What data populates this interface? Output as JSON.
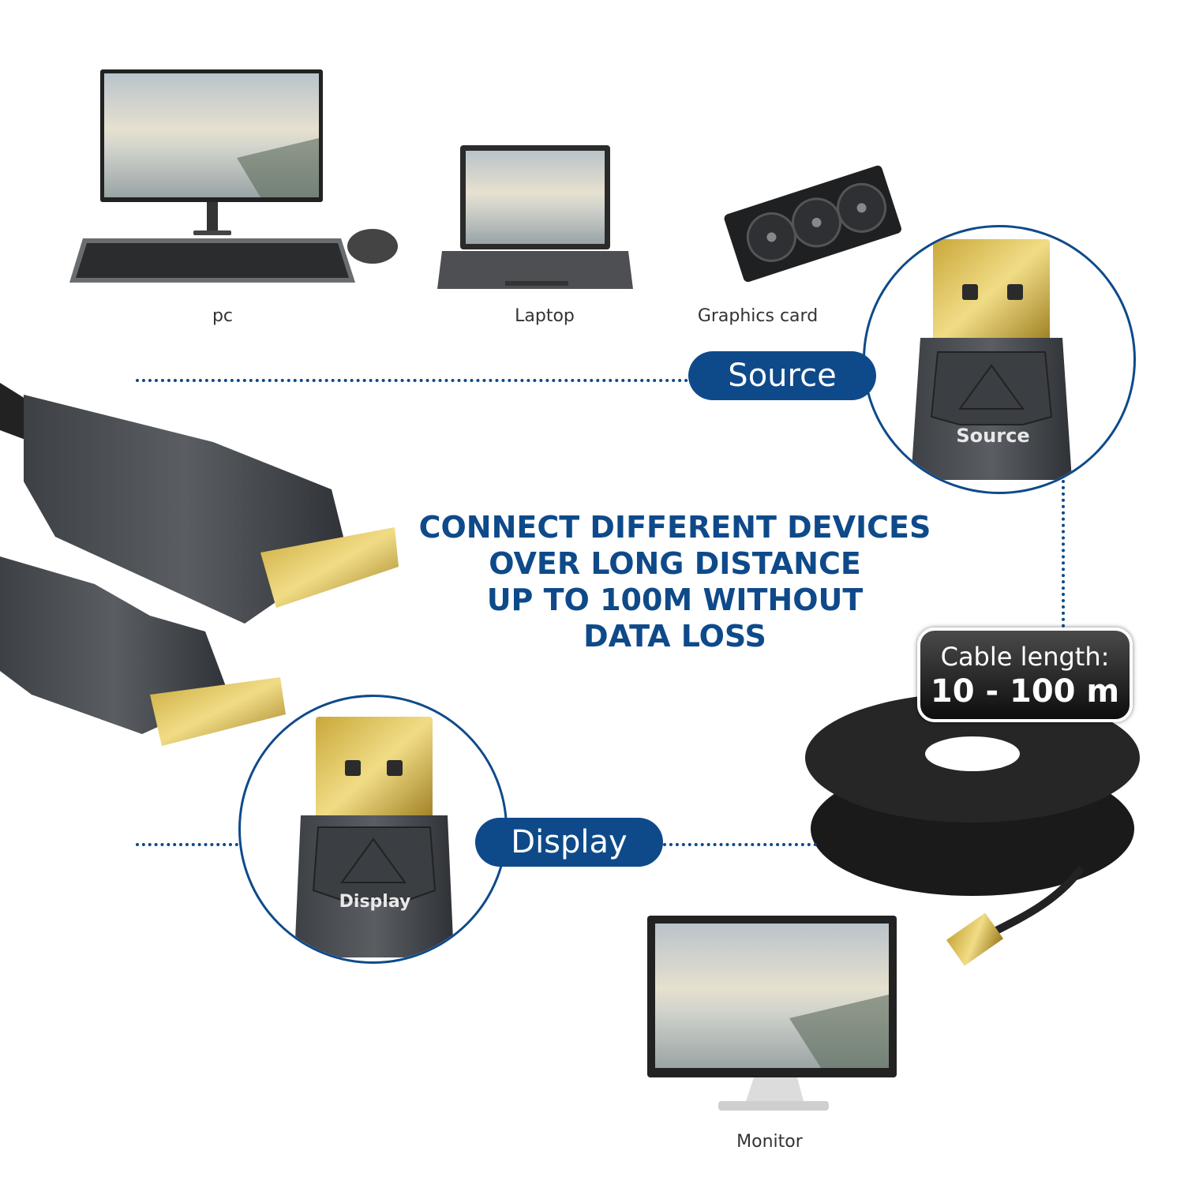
{
  "devices": {
    "pc": "pc",
    "laptop": "Laptop",
    "graphics_card": "Graphics card",
    "monitor": "Monitor"
  },
  "source_label": "Source",
  "display_label": "Display",
  "connector_source_text": "Source",
  "connector_display_text": "Display",
  "headline": {
    "line1": "CONNECT DIFFERENT DEVICES",
    "line2": "OVER LONG DISTANCE",
    "line3": "UP TO 100M WITHOUT",
    "line4": "DATA LOSS"
  },
  "cable_length": {
    "label": "Cable length:",
    "value": "10 - 100 m"
  },
  "colors": {
    "accent": "#0e4a8a",
    "text": "#333333"
  }
}
